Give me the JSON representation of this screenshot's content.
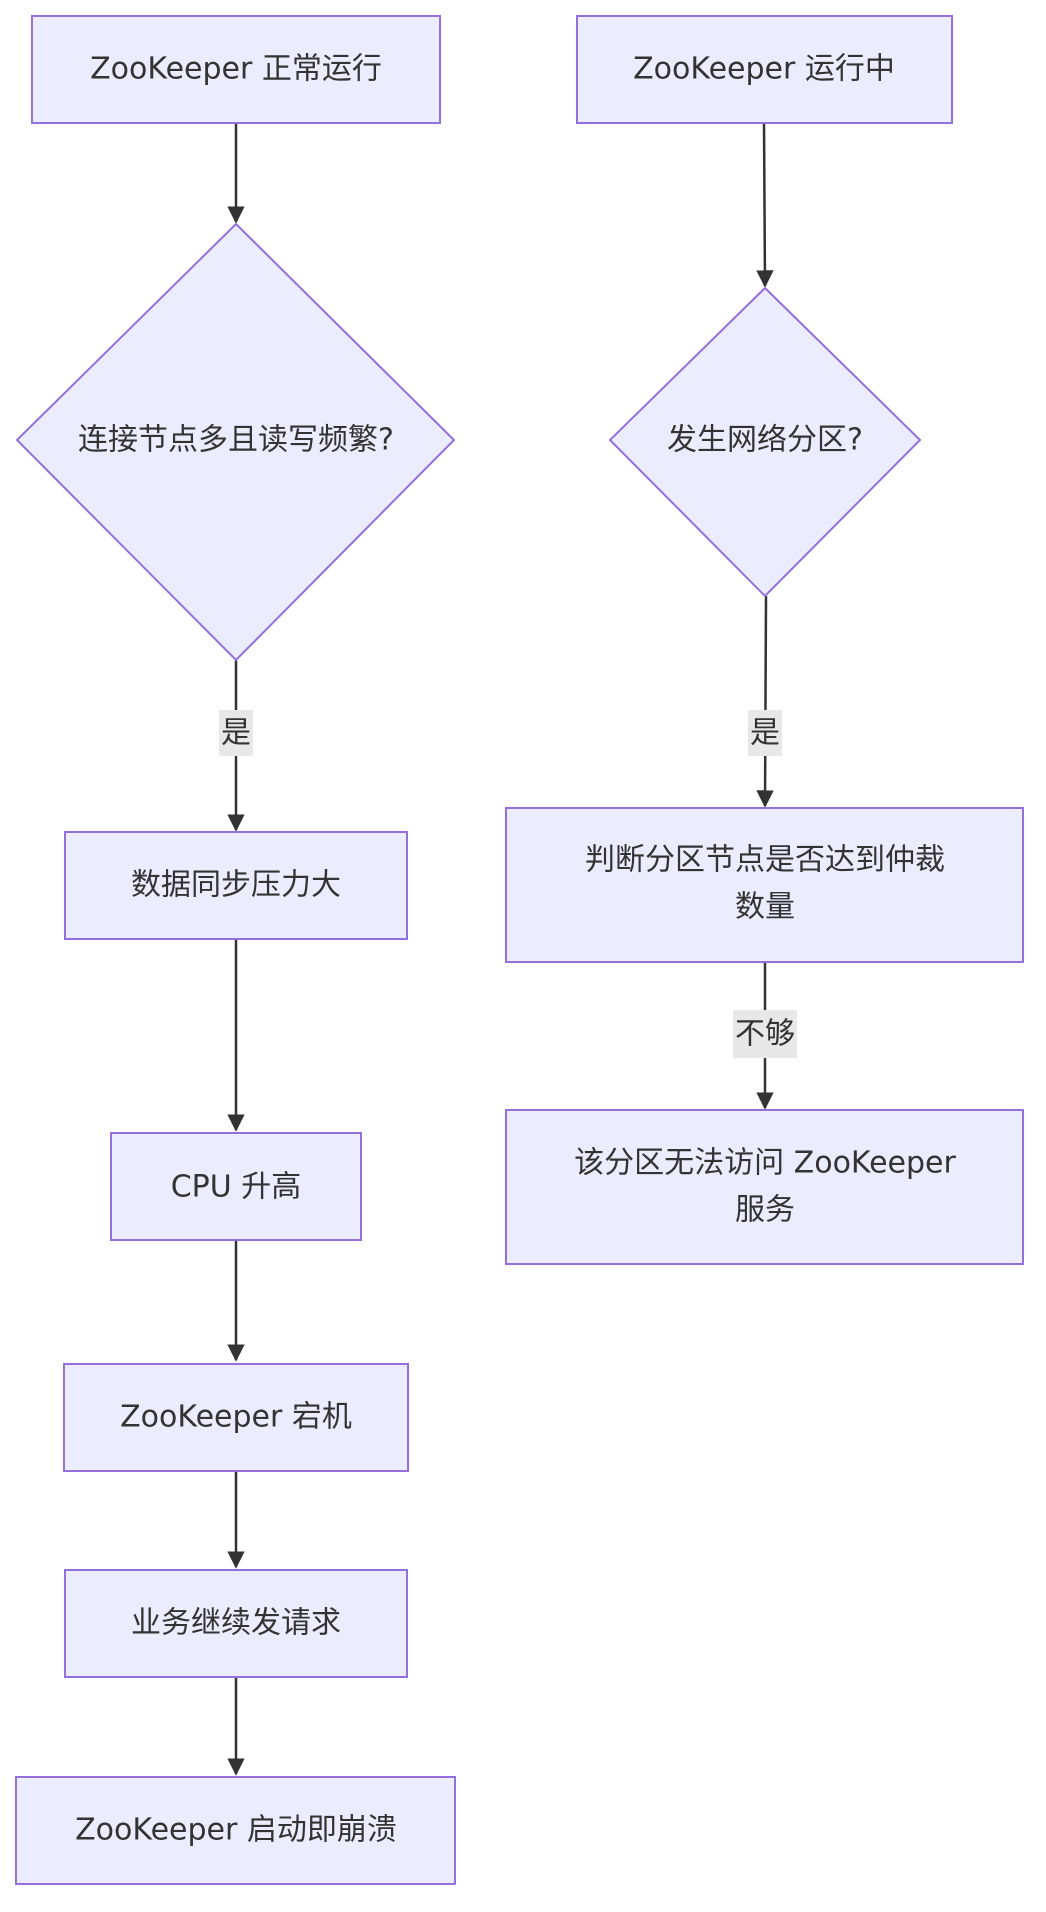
{
  "diagram": {
    "nodes": {
      "zk_normal": "ZooKeeper 正常运行",
      "many_nodes": "连接节点多且读写频繁?",
      "sync_pressure": "数据同步压力大",
      "cpu_high": "CPU 升高",
      "zk_down": "ZooKeeper 宕机",
      "biz_requests": "业务继续发请求",
      "zk_crash": "ZooKeeper 启动即崩溃",
      "zk_running": "ZooKeeper 运行中",
      "partition": "发生网络分区?",
      "quorum_check_line1": "判断分区节点是否达到仲裁",
      "quorum_check_line2": "数量",
      "no_access_line1": "该分区无法访问 ZooKeeper",
      "no_access_line2": "服务"
    },
    "edge_labels": {
      "yes_left": "是",
      "yes_right": "是",
      "not_enough": "不够"
    },
    "colors": {
      "node_fill": "#ECECFF",
      "node_stroke": "#9370DB",
      "edge": "#333333",
      "label_bg": "#e8e8e8"
    }
  }
}
